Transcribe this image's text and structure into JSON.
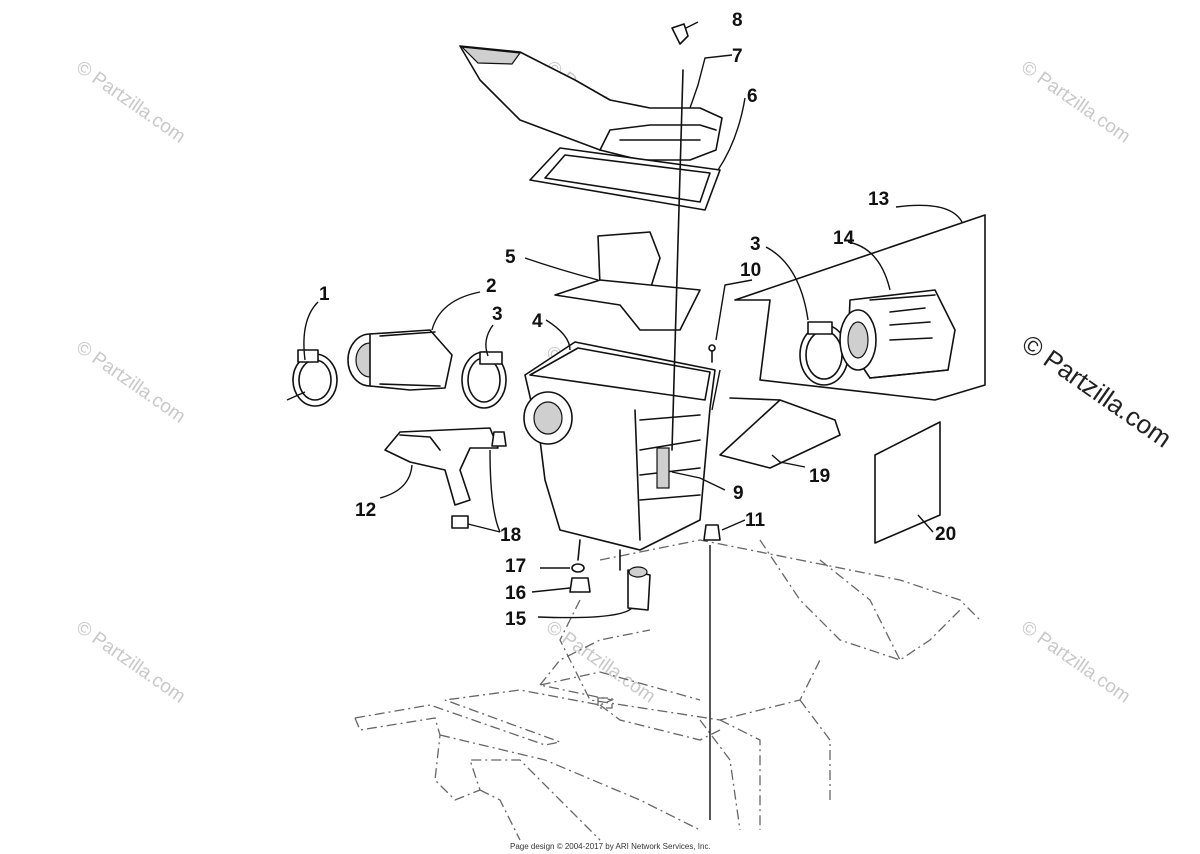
{
  "callouts": [
    "1",
    "2",
    "3",
    "3",
    "4",
    "5",
    "6",
    "7",
    "8",
    "9",
    "10",
    "11",
    "12",
    "13",
    "14",
    "15",
    "16",
    "17",
    "18",
    "19",
    "20"
  ],
  "watermark": {
    "repeat_text": "© Partzilla.com",
    "side_text": "© Partzilla.com"
  },
  "footer": "Page design © 2004-2017 by ARI Network Services, Inc.",
  "colors": {
    "line": "#111111",
    "watermark": "#c8c8c8",
    "background": "#ffffff"
  }
}
